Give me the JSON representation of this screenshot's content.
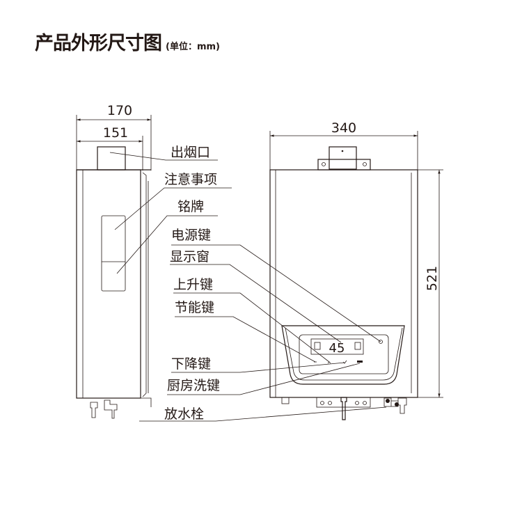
{
  "title": "产品外形尺寸图",
  "unit": "(单位：mm)",
  "dimensions": {
    "side_depth_total": "170",
    "side_depth_body": "151",
    "front_width": "340",
    "front_height": "521"
  },
  "display_value": "45",
  "labels": {
    "flue_outlet": "出烟口",
    "notice": "注意事项",
    "nameplate": "铭牌",
    "power_key": "电源键",
    "display_window": "显示窗",
    "up_key": "上升键",
    "eco_key": "节能键",
    "down_key": "下降键",
    "kitchen_key": "厨房洗键",
    "drain_plug": "放水栓"
  },
  "colors": {
    "line": "#231815",
    "background": "#ffffff"
  }
}
